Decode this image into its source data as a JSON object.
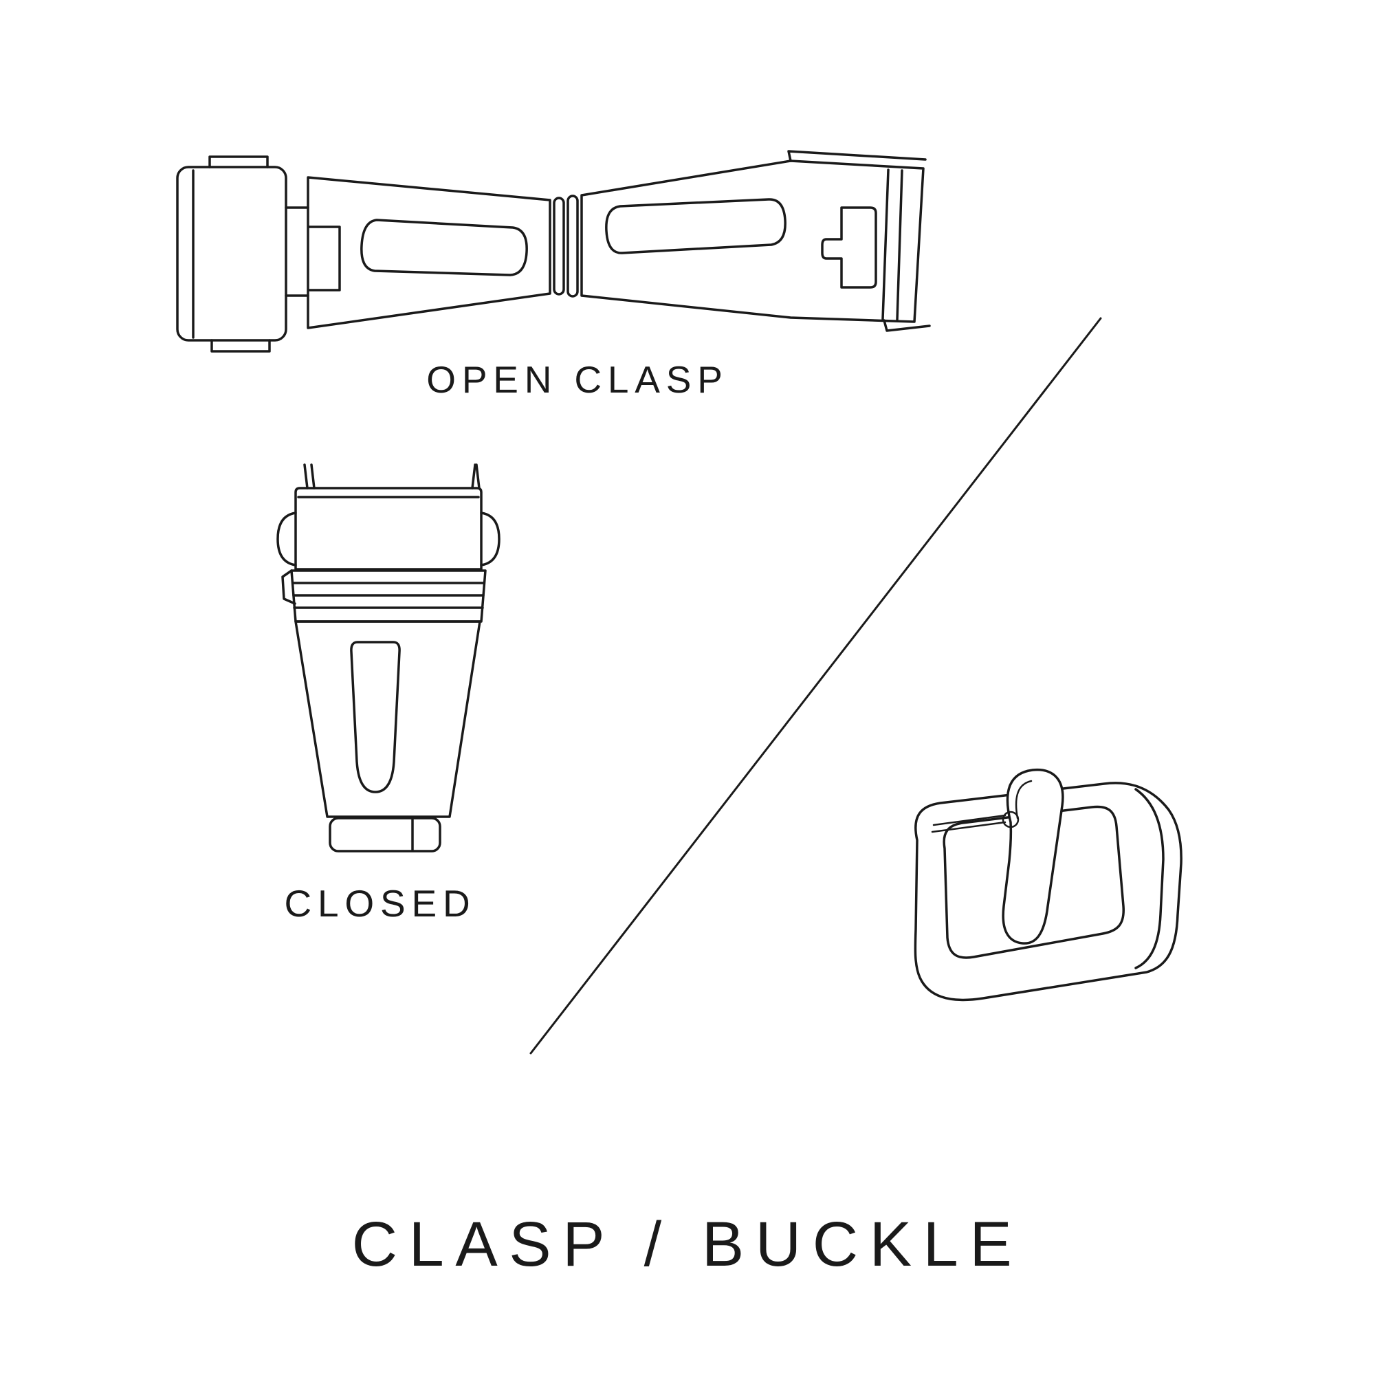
{
  "page": {
    "background": "#ffffff",
    "ink_color": "#1a1a1a"
  },
  "labels": {
    "open_clasp": "OPEN CLASP",
    "closed": "CLOSED",
    "title": "CLASP / BUCKLE"
  },
  "illustrations": [
    {
      "name": "open-clasp-illustration",
      "caption": "OPEN CLASP"
    },
    {
      "name": "closed-clasp-illustration",
      "caption": "CLOSED"
    },
    {
      "name": "pin-buckle-illustration",
      "caption": ""
    },
    {
      "name": "divider-line",
      "caption": ""
    }
  ]
}
